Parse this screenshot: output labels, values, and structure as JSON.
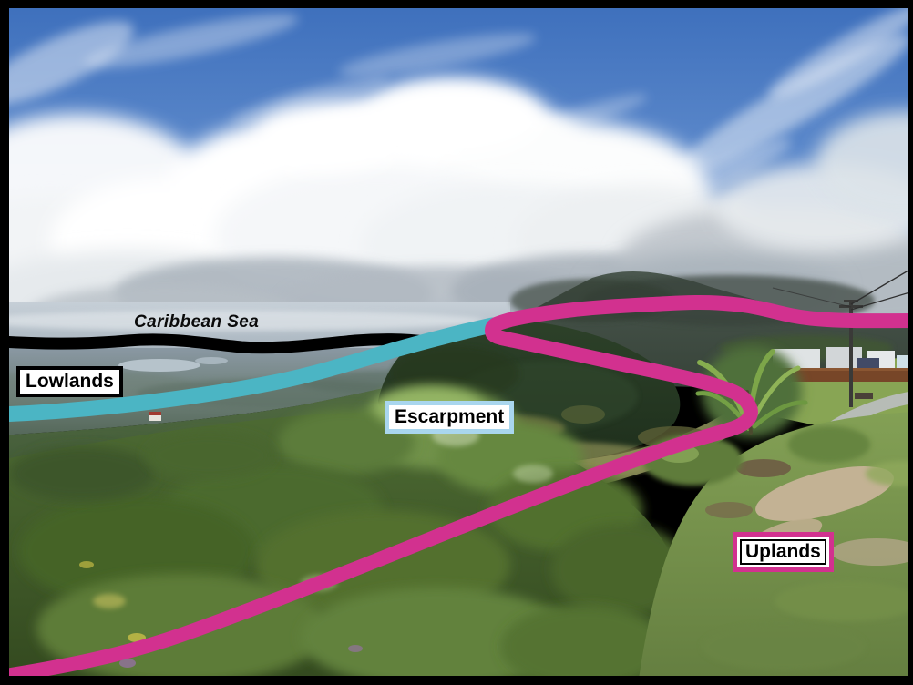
{
  "frame_color": "#000000",
  "sea": {
    "label": "Caribbean Sea",
    "text_color": "#0b0b0b",
    "line_color": "#000000"
  },
  "regions": {
    "lowlands": {
      "label": "Lowlands",
      "line_color": "#000000",
      "box_border_color": "#000000"
    },
    "escarpment": {
      "label": "Escarpment",
      "line_color": "#4bb5c4",
      "box_border_color": "#a9d6ee"
    },
    "uplands": {
      "label": "Uplands",
      "line_color": "#d2318f",
      "box_border_color": "#d2318f",
      "box_inner_border_color": "#000000"
    }
  }
}
